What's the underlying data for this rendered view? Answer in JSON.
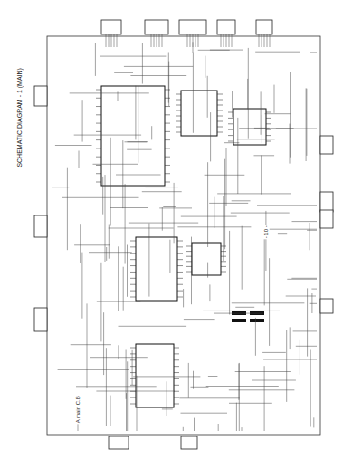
{
  "diagram": {
    "title": "SCHEMATIC DIAGRAM - 1 (MAIN)",
    "labels": [
      "- 10 -",
      "A main C.B"
    ]
  }
}
